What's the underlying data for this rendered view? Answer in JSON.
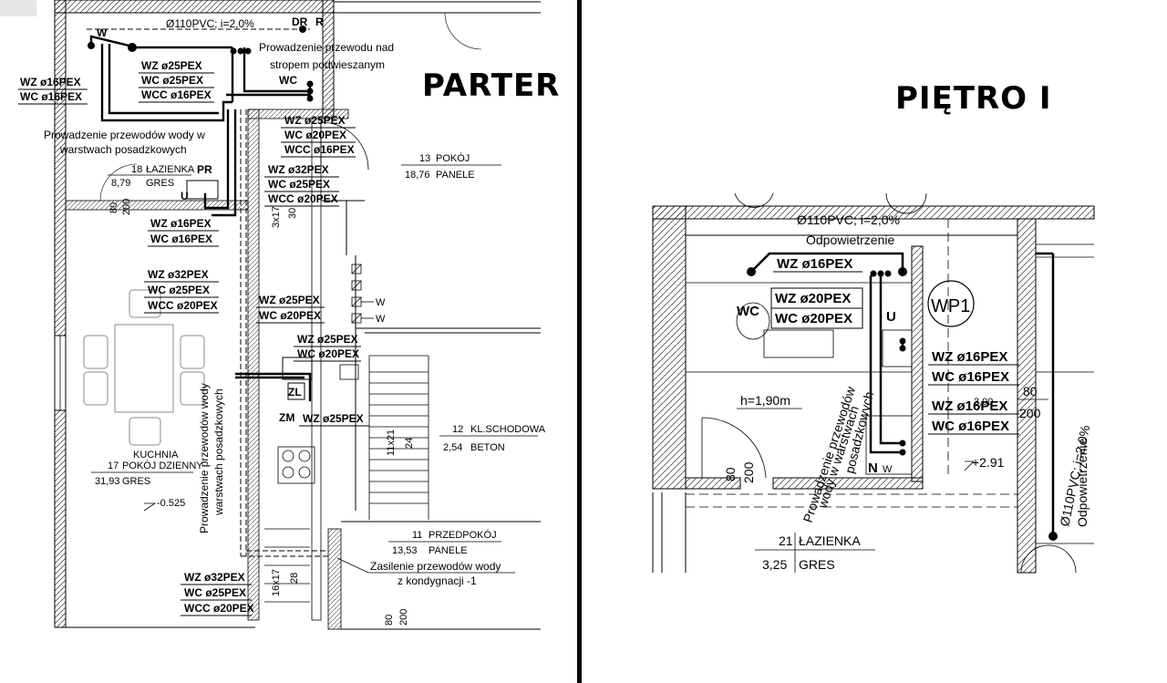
{
  "titles": {
    "ground": "PARTER",
    "first": "PIĘTRO I"
  },
  "ground": {
    "sewer_pipe": "Ø110PVC; i=2,0%",
    "dr": "DR",
    "r": "R",
    "w": "W",
    "wc": "WC",
    "pr": "PR",
    "u": "U",
    "zl": "ZL",
    "zm": "ZM",
    "note_ceiling": [
      "Prowadzenie przewodu nad",
      "stropem podwieszanym"
    ],
    "note_floor": [
      "Prowadzenie przewodów wody w",
      "warstwach posadzkowych"
    ],
    "note_floor_vertical": [
      "Prowadzenie przewodów wody",
      "warstwach posadzkowych"
    ],
    "note_supply": [
      "Zasilenie przewodów wody",
      "z kondygnacji -1"
    ],
    "pipe_groups": [
      {
        "lines": [
          "WZ ø25PEX",
          "WC ø25PEX",
          "WCC ø16PEX"
        ]
      },
      {
        "lines": [
          "WZ ø16PEX",
          "WC ø16PEX"
        ]
      },
      {
        "lines": [
          "WZ ø25PEX",
          "WC ø20PEX",
          "WCC ø16PEX"
        ]
      },
      {
        "lines": [
          "WZ ø32PEX",
          "WC ø25PEX",
          "WCC ø20PEX"
        ]
      },
      {
        "lines": [
          "WZ ø16PEX",
          "WC ø16PEX"
        ]
      },
      {
        "lines": [
          "WZ ø32PEX",
          "WC ø25PEX",
          "WCC ø20PEX"
        ]
      },
      {
        "lines": [
          "WZ ø25PEX",
          "WC ø20PEX"
        ]
      },
      {
        "lines": [
          "WZ ø25PEX",
          "WC ø20PEX"
        ]
      },
      {
        "lines": [
          "WZ ø25PEX"
        ]
      },
      {
        "lines": [
          "WZ ø32PEX",
          "WC ø25PEX",
          "WCC ø20PEX"
        ]
      }
    ],
    "rooms": [
      {
        "no": "18",
        "name": "ŁAZIENKA",
        "area": "8,79",
        "finish": "GRES"
      },
      {
        "no": "13",
        "name": "POKÓJ",
        "area": "18,76",
        "finish": "PANELE"
      },
      {
        "no": "17",
        "name": "KUCHNIA\nPOKÓJ DZIENNY",
        "area": "31,93",
        "finish": "GRES"
      },
      {
        "no": "12",
        "name": "KL.SCHODOWA",
        "area": "2,54",
        "finish": "BETON"
      },
      {
        "no": "11",
        "name": "PRZEDPOKÓJ",
        "area": "13,53",
        "finish": "PANELE"
      }
    ],
    "dims": {
      "door_w": "80",
      "door_h": "200",
      "stair1": "3x17",
      "stair1b": "30",
      "stair2": "11x21",
      "stair2b": "24",
      "stair3": "16x17",
      "stair3b": "28",
      "door2_w": "80",
      "door2_h": "200"
    },
    "level": "-0.525",
    "w_marks": [
      "W",
      "W"
    ]
  },
  "first": {
    "sewer_pipe": "Ø110PVC; i=2,0%",
    "vent": "Odpowietrzenie",
    "riser_pipe": "Ø110PVC; i=2,0%",
    "riser_vent": "Odpowietrzenie",
    "main_pipe": "WZ ø16PEX",
    "pipe_groups": [
      {
        "lines": [
          "WZ ø20PEX",
          "WC ø20PEX"
        ]
      },
      {
        "lines": [
          "WZ ø16PEX",
          "WC ø16PEX"
        ]
      },
      {
        "lines": [
          "WZ ø16PEX",
          "WC ø16PEX"
        ]
      }
    ],
    "wc": "WC",
    "u": "U",
    "n": "N",
    "w": "W",
    "wp1": "WP1",
    "height": "h=1,90m",
    "note_floor": [
      "Prowadzenie przewodów",
      "wody w warstwach",
      "posadzkowych"
    ],
    "room": {
      "no": "21",
      "name": "ŁAZIENKA",
      "area": "3,25",
      "finish": "GRES"
    },
    "dims": {
      "door_w": "80",
      "door_h": "200",
      "door2_w": "80",
      "door2_h": "200",
      "sill": "3,00"
    },
    "level": "+2.91"
  }
}
